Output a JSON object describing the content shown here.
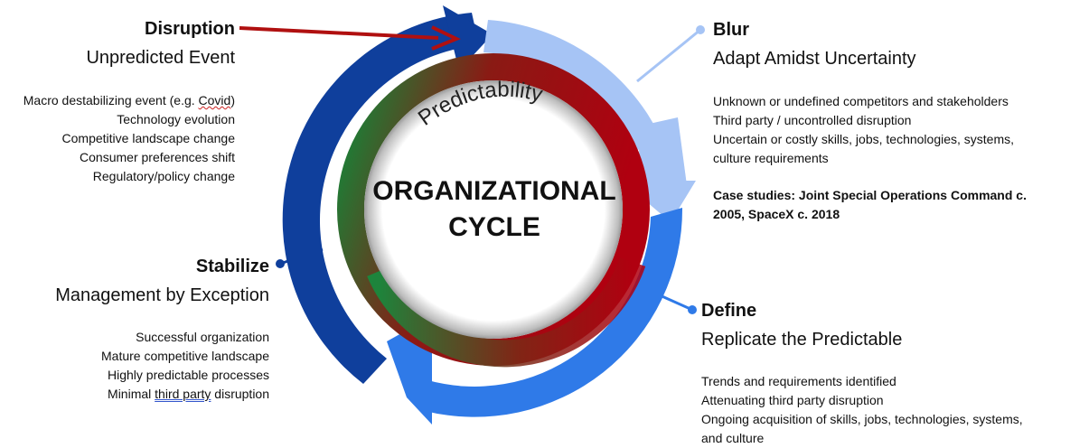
{
  "center": {
    "ring_label": "Predictability",
    "title_line1": "ORGANIZATIONAL",
    "title_line2": "CYCLE"
  },
  "disruption": {
    "title": "Disruption",
    "subtitle": "Unpredicted Event",
    "items": [
      "Macro destabilizing event (e.g. Covid)",
      "Technology evolution",
      "Competitive landscape change",
      "Consumer preferences shift",
      "Regulatory/policy change"
    ]
  },
  "blur": {
    "title": "Blur",
    "subtitle": "Adapt Amidst Uncertainty",
    "items": [
      "Unknown or undefined competitors and stakeholders",
      "Third party / uncontrolled disruption",
      "Uncertain or costly skills, jobs, technologies, systems,",
      "culture requirements"
    ],
    "case_line1": "Case studies: Joint Special Operations Command c.",
    "case_line2": "2005, SpaceX c. 2018"
  },
  "stabilize": {
    "title": "Stabilize",
    "subtitle": "Management by Exception",
    "items": [
      "Successful organization",
      "Mature competitive landscape",
      "Highly predictable processes",
      "Minimal third party disruption"
    ]
  },
  "define": {
    "title": "Define",
    "subtitle": "Replicate the Predictable",
    "items": [
      "Trends and requirements identified",
      "Attenuating third party disruption",
      "Ongoing acquisition of skills, jobs, technologies, systems,",
      "and culture"
    ]
  },
  "colors": {
    "dark_blue": "#0f3f9c",
    "light_blue": "#a6c4f5",
    "mid_blue": "#2f7ae8",
    "red": "#b00010",
    "green": "#0f8a3a",
    "disruption_arrow": "#b01010"
  }
}
